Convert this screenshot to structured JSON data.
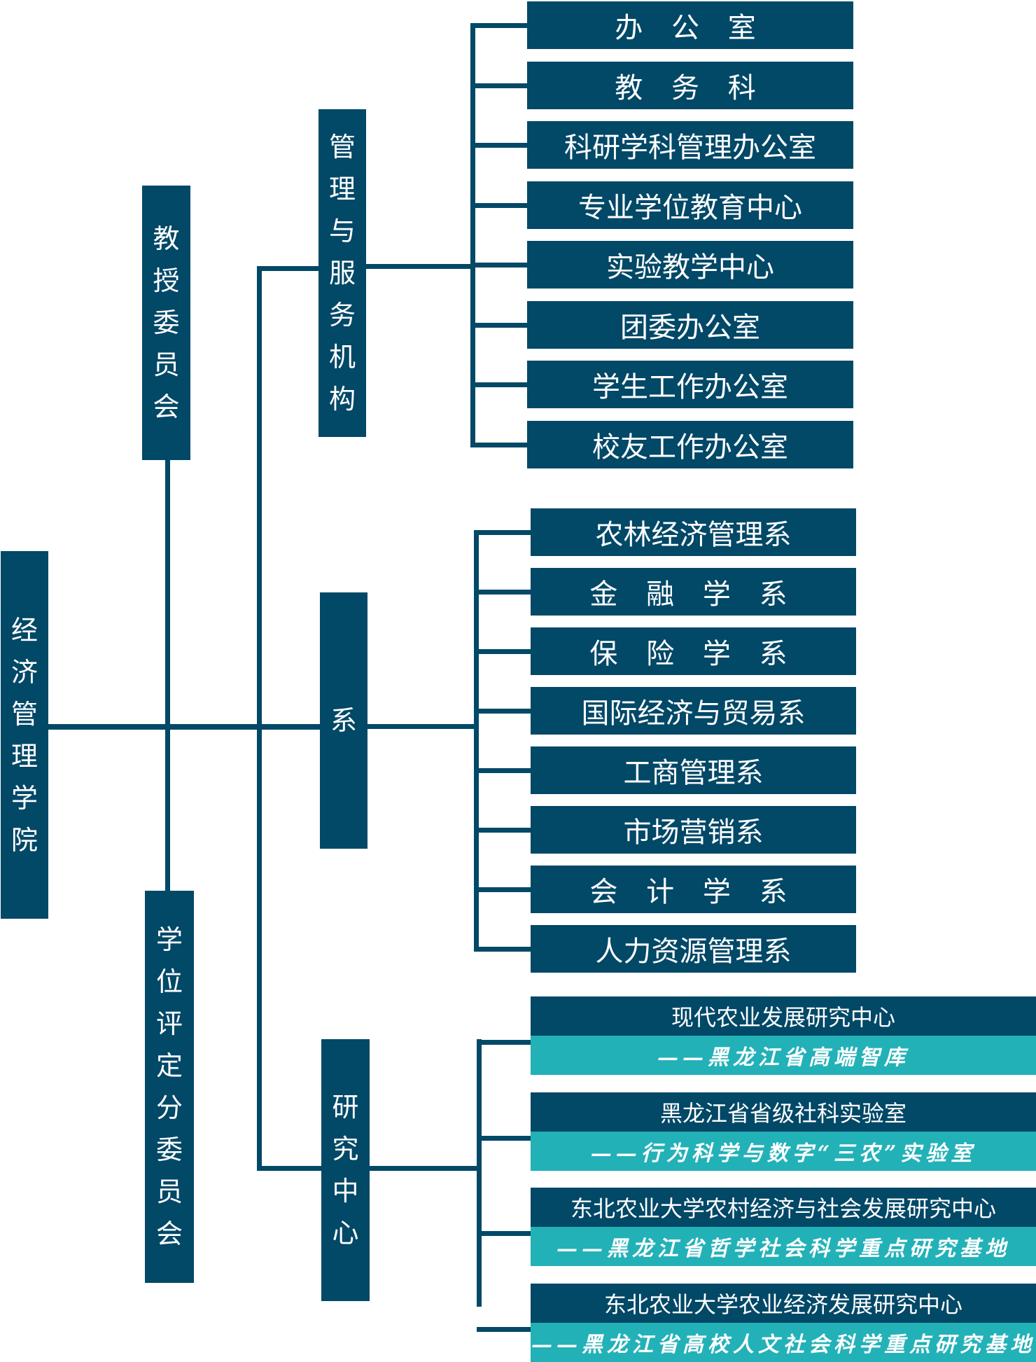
{
  "colors": {
    "navy": "#024867",
    "teal": "#23B1B8",
    "text": "#FFFFFF"
  },
  "root": {
    "label": "经济管理学院"
  },
  "committees": [
    {
      "label": "教授委员会"
    },
    {
      "label": "学位评定分委员会"
    }
  ],
  "branches": {
    "management": {
      "label": "管理与服务机构",
      "items": [
        "办 公 室",
        "教 务 科",
        "科研学科管理办公室",
        "专业学位教育中心",
        "实验教学中心",
        "团委办公室",
        "学生工作办公室",
        "校友工作办公室"
      ]
    },
    "departments": {
      "label": "系",
      "items": [
        "农林经济管理系",
        "金 融 学 系",
        "保 险 学 系",
        "国际经济与贸易系",
        "工商管理系",
        "市场营销系",
        "会 计 学 系",
        "人力资源管理系"
      ]
    },
    "research": {
      "label": "研究中心",
      "items": [
        {
          "name": "现代农业发展研究中心",
          "subtitle": "——黑龙江省高端智库"
        },
        {
          "name": "黑龙江省省级社科实验室",
          "subtitle": "——行为科学与数字“三农”实验室"
        },
        {
          "name": "东北农业大学农村经济与社会发展研究中心",
          "subtitle": "——黑龙江省哲学社会科学重点研究基地"
        },
        {
          "name": "东北农业大学农业经济发展研究中心",
          "subtitle": "——黑龙江省高校人文社会科学重点研究基地"
        }
      ]
    }
  }
}
